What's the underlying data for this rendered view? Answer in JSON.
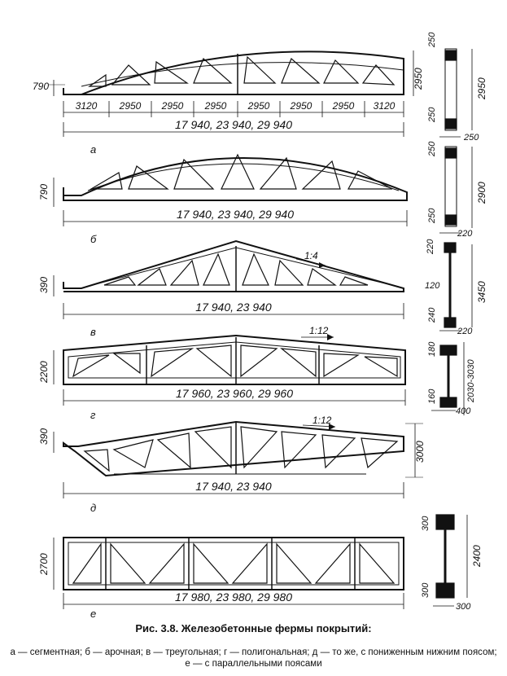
{
  "figure": {
    "rows": [
      {
        "letter": "а",
        "height_label": "790",
        "span_label": "17 940, 23 940, 29 940",
        "panels": [
          "3120",
          "2950",
          "2950",
          "2950",
          "2950",
          "2950",
          "2950",
          "3120"
        ],
        "rise_label": "2950",
        "section": {
          "top": "250",
          "bottom": "250",
          "height": "2950",
          "width": "250"
        }
      },
      {
        "letter": "б",
        "height_label": "790",
        "span_label": "17 940, 23 940, 29 940",
        "section": {
          "top": "250",
          "bottom": "250",
          "height": "2900",
          "width": "220"
        }
      },
      {
        "letter": "в",
        "height_label": "390",
        "span_label": "17 940, 23 940",
        "slope": "1:4",
        "section": {
          "top": "220",
          "middle": "120",
          "bottom": "240",
          "height": "3450",
          "width": "220"
        }
      },
      {
        "letter": "г",
        "height_label": "2200",
        "span_label": "17 960, 23 960, 29 960",
        "slope": "1:12",
        "section": {
          "top": "180",
          "bottom": "160",
          "height": "2030-3030",
          "width": "400"
        }
      },
      {
        "letter": "д",
        "height_label": "390",
        "span_label": "17 940, 23 940",
        "slope": "1:12",
        "rise_label": "3000"
      },
      {
        "letter": "е",
        "height_label": "2700",
        "span_label": "17 980, 23 980, 29 980",
        "section": {
          "top": "300",
          "bottom": "300",
          "height": "2400",
          "width": "300"
        }
      }
    ]
  },
  "caption": {
    "title": "Рис. 3.8. Железобетонные фермы покрытий:",
    "text": "а — сегментная; б — арочная; в — треугольная; г — полигональная; д — то же, с пониженным нижним поясом; е — с параллельными поясами"
  }
}
